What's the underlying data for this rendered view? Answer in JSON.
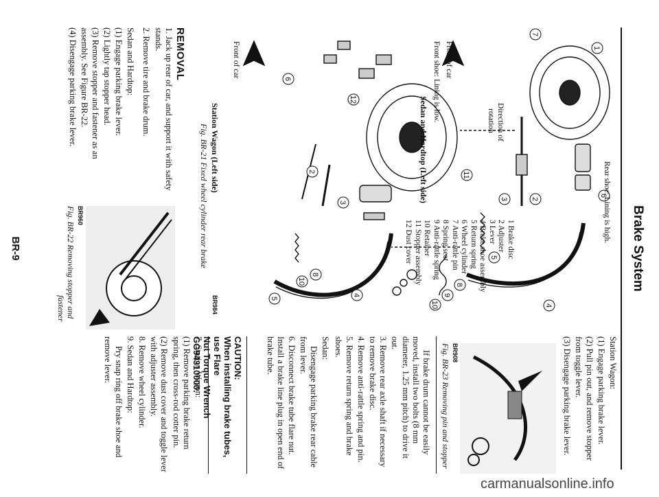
{
  "header": {
    "title": "Brake System"
  },
  "page_number": "BR-9",
  "figure21": {
    "upper_label": "Rear shoe: Lining is high.",
    "front_shoe_label": "Front shoe: Lining is low.",
    "direction_label_1": "Direction of",
    "direction_label_2": "rotation",
    "front_of_car_1": "Front of car",
    "sedan_label": "Sedan and Hardtop (Left side)",
    "wagon_label": "Station Wagon (Left side)",
    "front_of_car_2": "Front of car",
    "code": "BR984",
    "caption": "Fig. BR-21  Fixed wheel cylinder rear brake",
    "parts": [
      "1  Brake disc",
      "2  Adjuster",
      "3  Lever",
      "4  Brake shoe assembly",
      "5  Return spring",
      "6  Wheel cylinder",
      "7  Anti-rattle pin",
      "8  Spring seat",
      "9  Anti-rattle spring",
      "10  Retainer",
      "11  Stopper assembly",
      "12  Dust cover"
    ],
    "callouts": [
      "1",
      "2",
      "3",
      "4",
      "5",
      "6",
      "7",
      "8",
      "9",
      "10",
      "11",
      "12"
    ]
  },
  "figure22": {
    "code": "BR960",
    "caption_1": "Fig. BR-22  Removing stopper and",
    "caption_2": "fastener"
  },
  "figure23": {
    "code": "BR908",
    "caption": "Fig. BR-23  Removing pin and stopper"
  },
  "removal": {
    "heading": "REMOVAL",
    "step1": "1.  Jack up rear of car, and support it with safety stands.",
    "step2": "2.  Remove tire and brake drum.",
    "sedan_heading": "Sedan and Hardtop:",
    "s1": "(1)  Engage parking brake lever.",
    "s2": "(2)  Lightly tap stopper head.",
    "s3": "(3)  Remove stopper and fastener as an assembly. See Figure BR-22.",
    "s4": "(4)  Disengage parking brake lever."
  },
  "right_column": {
    "wagon_heading": "Station Wagon:",
    "w1": "(1)  Engage parking brake lever.",
    "w2": "(2)  Pull pin out, and remove stopper from toggle lever.",
    "w3": "(3)  Disengage parking brake lever.",
    "drum_note": "If brake drum cannot be easily moved, install two bolts (8 mm diameter, 1.25 mm pitch) to drive it out.",
    "step3": "3.  Remove rear axle shaft if necessary to remove brake disc.",
    "step4": "4.  Remove anti-rattle spring and pin.",
    "step5": "5.  Remove return spring and brake shoes.",
    "sedan_heading": "Sedan:",
    "sedan_text": "Disengage parking brake rear cable from lever.",
    "step6": "6.  Disconnect brake tube flare nut. Install a brake line plug in open end of brake tube.",
    "caution_1": "CAUTION:",
    "caution_2": "When installing brake tubes, use Flare",
    "caution_3": "Nut Torque Wrench GG94310000.",
    "step7": "7.  Station Wagon:",
    "w7_1": "(1)  Remove parking brake return spring, then cross-rod cotter pin.",
    "w7_2": "(2)  Remove dust cover and toggle lever with adjuster assembly.",
    "step8": "8.  Remove wheel cylinder.",
    "step9": "9.  Sedan and Hardtop:",
    "step9_text": "Pry snap ring off brake shoe and remove lever."
  },
  "watermark": "carmanualsonline.info"
}
